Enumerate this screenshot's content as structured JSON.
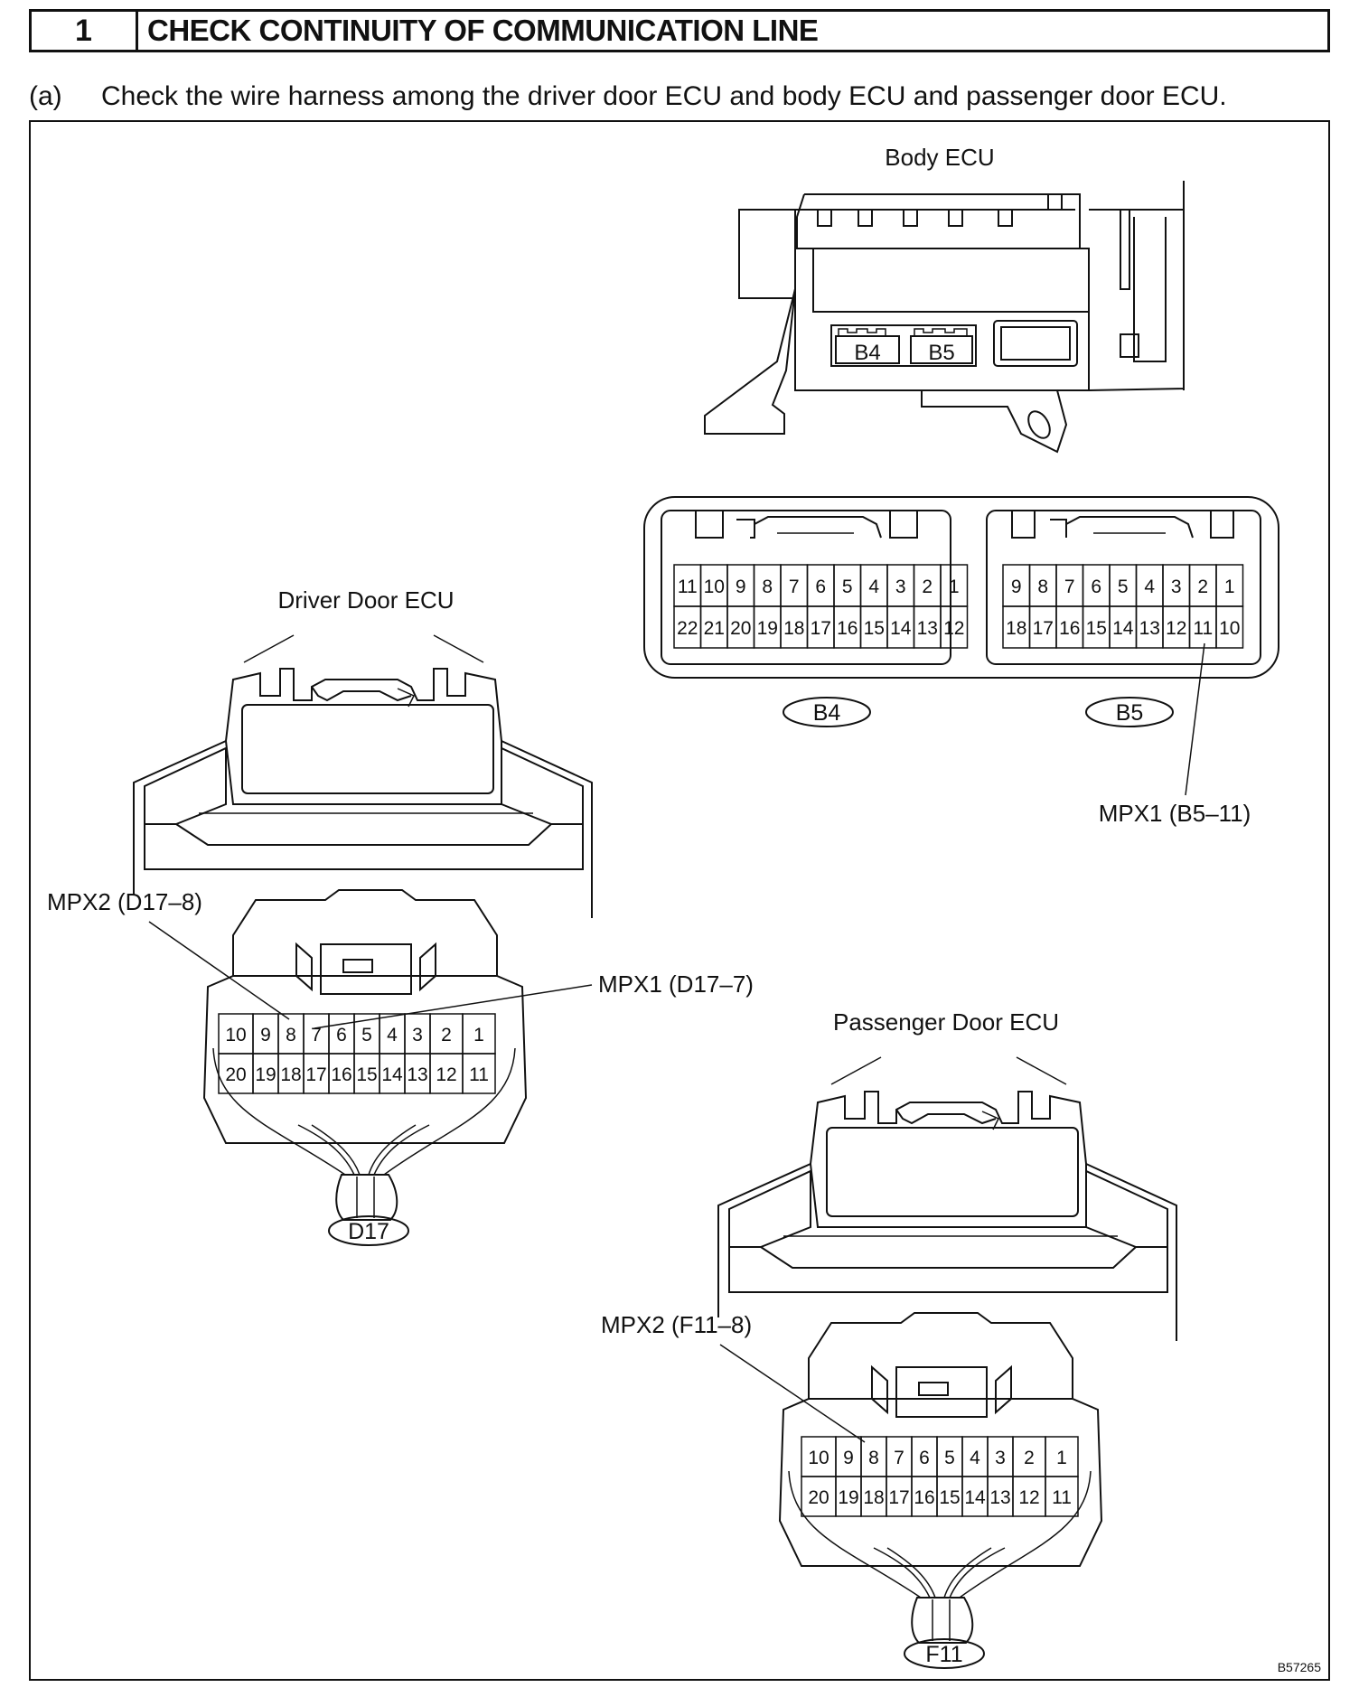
{
  "header": {
    "step_number": "1",
    "title": "CHECK CONTINUITY OF COMMUNICATION LINE"
  },
  "instruction": {
    "marker": "(a)",
    "text": "Check the wire harness among the driver door ECU and body ECU and passenger door ECU."
  },
  "diagram": {
    "body_ecu": {
      "title": "Body ECU",
      "connector_b4": {
        "label": "B4",
        "top_pins": [
          "11",
          "10",
          "9",
          "8",
          "7",
          "6",
          "5",
          "4",
          "3",
          "2",
          "1"
        ],
        "bottom_pins": [
          "22",
          "21",
          "20",
          "19",
          "18",
          "17",
          "16",
          "15",
          "14",
          "13",
          "12"
        ]
      },
      "connector_b5": {
        "label": "B5",
        "top_pins": [
          "9",
          "8",
          "7",
          "6",
          "5",
          "4",
          "3",
          "2",
          "1"
        ],
        "bottom_pins": [
          "18",
          "17",
          "16",
          "15",
          "14",
          "13",
          "12",
          "11",
          "10"
        ]
      },
      "callout_mpx1": "MPX1 (B5–11)"
    },
    "driver_door_ecu": {
      "title": "Driver Door ECU",
      "connector_label": "D17",
      "top_pins": [
        "10",
        "9",
        "8",
        "7",
        "6",
        "5",
        "4",
        "3",
        "2",
        "1"
      ],
      "bottom_pins": [
        "20",
        "19",
        "18",
        "17",
        "16",
        "15",
        "14",
        "13",
        "12",
        "11"
      ],
      "callout_mpx2": "MPX2 (D17–8)",
      "callout_mpx1": "MPX1 (D17–7)"
    },
    "passenger_door_ecu": {
      "title": "Passenger Door ECU",
      "connector_label": "F11",
      "top_pins": [
        "10",
        "9",
        "8",
        "7",
        "6",
        "5",
        "4",
        "3",
        "2",
        "1"
      ],
      "bottom_pins": [
        "20",
        "19",
        "18",
        "17",
        "16",
        "15",
        "14",
        "13",
        "12",
        "11"
      ],
      "callout_mpx2": "MPX2 (F11–8)"
    },
    "figure_code": "B57265"
  }
}
